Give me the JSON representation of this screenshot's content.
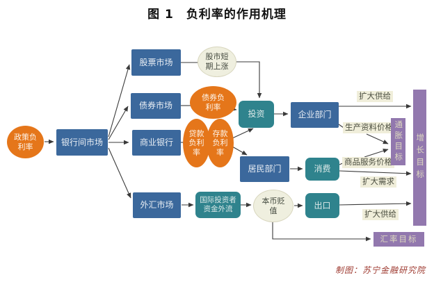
{
  "title": "图 1　负利率的作用机理",
  "caption": "制图：苏宁金融研究院",
  "colors": {
    "box_blue": "#3B689C",
    "box_teal": "#2F838D",
    "ellipse_orange": "#E5761A",
    "ellipse_cream": "#EFEFDF",
    "box_purple": "#9278AE",
    "label_background": "#F0EEDA",
    "connector_line": "#3a3a3a",
    "caption_text": "#9E3A30"
  },
  "nodes": {
    "policy_rate": {
      "label": "政策负\n利率"
    },
    "interbank_market": {
      "label": "银行间市场"
    },
    "stock_market": {
      "label": "股票市场"
    },
    "bond_market": {
      "label": "债券市场"
    },
    "commercial_bank": {
      "label": "商业银行"
    },
    "fx_market": {
      "label": "外汇市场"
    },
    "stock_short_rise": {
      "label": "股市短\n期上涨"
    },
    "bond_negative_rate": {
      "label": "债券负\n利率"
    },
    "loan_negative_rate": {
      "label": "贷款\n负利\n率"
    },
    "deposit_negative_rate": {
      "label": "存款\n负利\n率"
    },
    "investment": {
      "label": "投资"
    },
    "enterprise_sector": {
      "label": "企业部门"
    },
    "household_sector": {
      "label": "居民部门"
    },
    "consumption": {
      "label": "消费"
    },
    "intl_investor_outflow": {
      "label": "国际投资者\n资金外流"
    },
    "currency_depreciation": {
      "label": "本币贬\n值"
    },
    "export": {
      "label": "出口"
    },
    "inflation_target": {
      "label": "通胀目标"
    },
    "growth_target": {
      "label": "增长目标"
    },
    "exchange_rate_target": {
      "label": "汇率目标"
    }
  },
  "edge_labels": {
    "expand_supply_top": "扩大供给",
    "production_materials_price": "生产资料价格",
    "goods_services_price": "商品服务价格",
    "expand_demand": "扩大需求",
    "expand_supply_bottom": "扩大供给"
  }
}
